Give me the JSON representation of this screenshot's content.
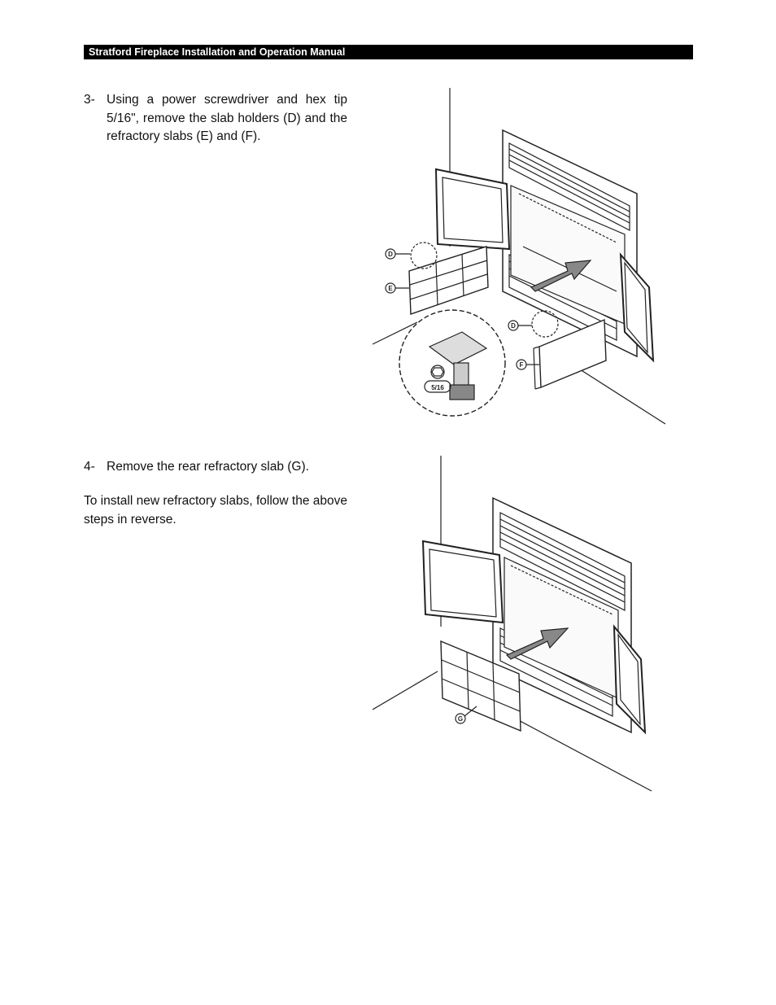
{
  "header": {
    "title": "Stratford Fireplace Installation and Operation Manual"
  },
  "steps": [
    {
      "number": "3-",
      "text": "Using a power screwdriver and hex tip 5/16\", remove the slab holders (D) and the refractory slabs (E) and (F)."
    },
    {
      "number": "4-",
      "text": "Remove the rear refractory slab (G)."
    }
  ],
  "note": "To install new refractory slabs, follow the above steps in reverse.",
  "figure1": {
    "callouts": {
      "d_top": "D",
      "e": "E",
      "d_right": "D",
      "f": "F"
    },
    "tool_size": "5/16"
  },
  "figure2": {
    "callouts": {
      "g": "G"
    }
  }
}
